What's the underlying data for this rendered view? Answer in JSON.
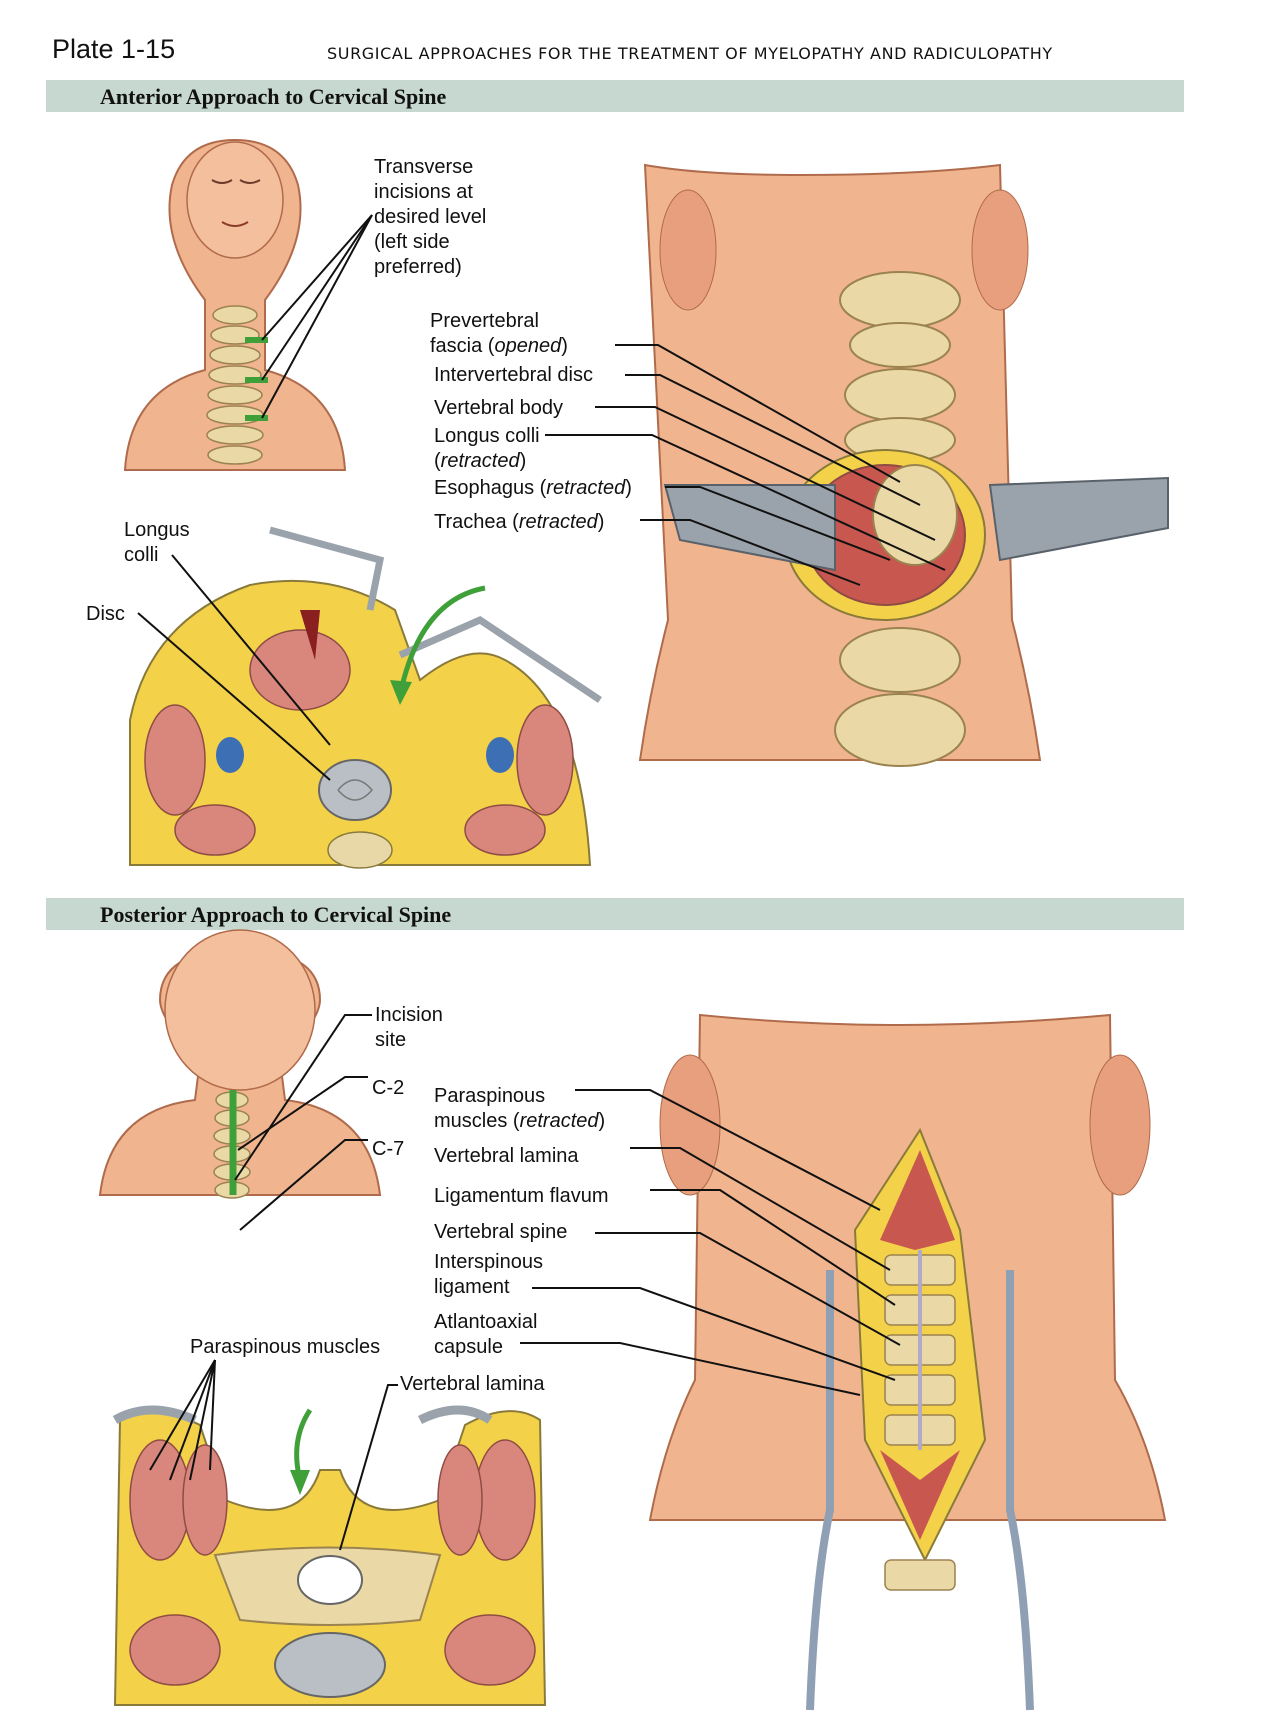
{
  "header": {
    "plate": "Plate 1-15",
    "title": "Surgical Approaches for the Treatment of Myelopathy and Radiculopathy"
  },
  "anterior": {
    "section_title": "Anterior Approach to Cervical Spine",
    "labels": {
      "incision": "Transverse\nincisions at\ndesired level\n(left side\npreferred)",
      "prevertebral": "Prevertebral\nfascia (",
      "prevertebral_em": "opened",
      "intervertebral_disc": "Intervertebral disc",
      "vertebral_body": "Vertebral body",
      "longus_colli": "Longus colli\n(",
      "longus_colli_em": "retracted",
      "esophagus": "Esophagus (",
      "esophagus_em": "retracted",
      "trachea": "Trachea (",
      "trachea_em": "retracted",
      "longus_colli_cross": "Longus\ncolli",
      "disc": "Disc"
    }
  },
  "posterior": {
    "section_title": "Posterior Approach to Cervical Spine",
    "labels": {
      "incision_site": "Incision\nsite",
      "c2": "C-2",
      "c7": "C-7",
      "paraspinous": "Paraspinous\nmuscles (",
      "paraspinous_em": "retracted",
      "vertebral_lamina": "Vertebral lamina",
      "ligamentum": "Ligamentum flavum",
      "vertebral_spine": "Vertebral spine",
      "interspinous": "Interspinous\nligament",
      "atlantoaxial": "Atlantoaxial\ncapsule",
      "paraspinous_cross": "Paraspinous muscles",
      "lamina_cross": "Vertebral lamina"
    }
  },
  "colors": {
    "band": "#c6d8cf",
    "skin": "#f0b48e",
    "bone": "#ead9a6",
    "muscle": "#d9877d",
    "fat": "#f3d24a",
    "incision": "#3fa03a",
    "retractor": "#9aa3ab"
  }
}
